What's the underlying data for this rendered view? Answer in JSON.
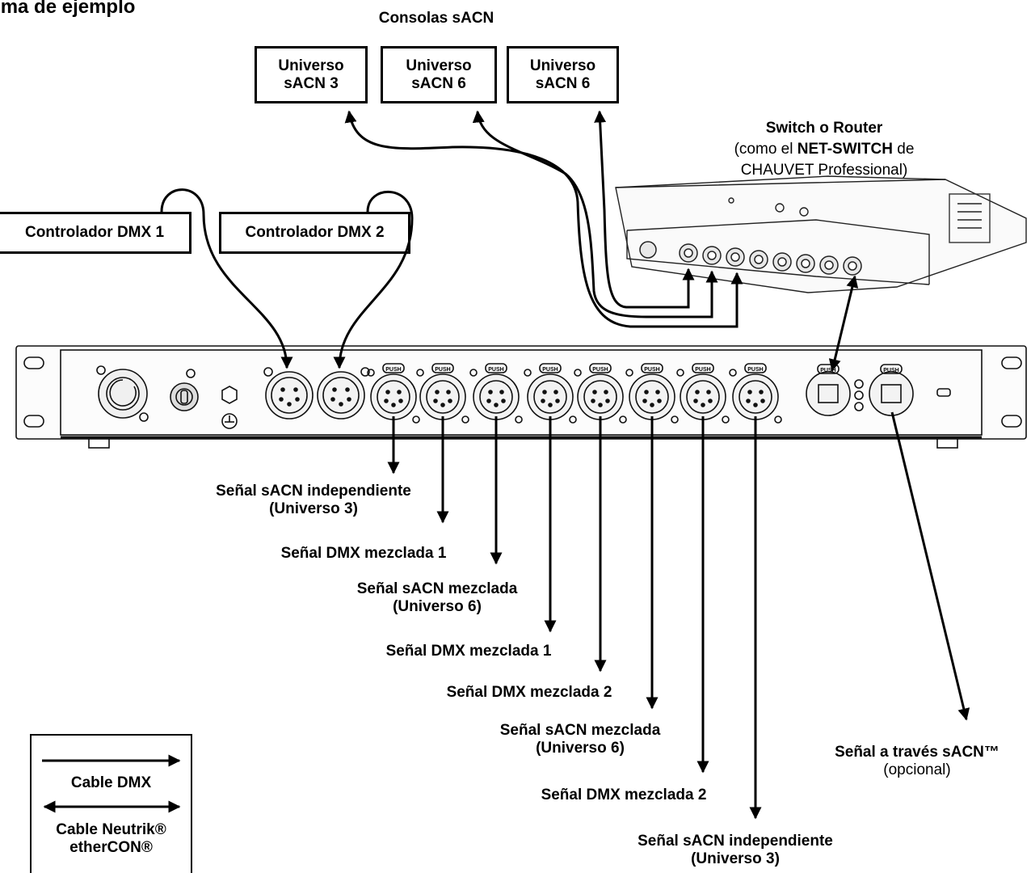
{
  "heading_partial": "gramma de ejemplo",
  "consoles_title": "Consolas sACN",
  "consoles": [
    {
      "line1": "Universo",
      "line2": "sACN 3"
    },
    {
      "line1": "Universo",
      "line2": "sACN 6"
    },
    {
      "line1": "Universo",
      "line2": "sACN 6"
    }
  ],
  "switch": {
    "title": "Switch o Router",
    "desc_prefix": "(como el ",
    "desc_bold": "NET-SWITCH",
    "desc_suffix": " de",
    "desc_line3": "CHAUVET Professional)"
  },
  "controllers": [
    "Controlador DMX 1",
    "Controlador DMX 2"
  ],
  "outputs": [
    {
      "line1": "Señal sACN independiente",
      "line2": "(Universo 3)"
    },
    {
      "line1": "Señal DMX mezclada 1",
      "line2": ""
    },
    {
      "line1": "Señal sACN mezclada",
      "line2": "(Universo 6)"
    },
    {
      "line1": "Señal DMX mezclada 1",
      "line2": ""
    },
    {
      "line1": "Señal DMX mezclada 2",
      "line2": ""
    },
    {
      "line1": "Señal sACN mezclada",
      "line2": "(Universo 6)"
    },
    {
      "line1": "Señal DMX mezclada 2",
      "line2": ""
    },
    {
      "line1": "Señal sACN independiente",
      "line2": "(Universo 3)"
    }
  ],
  "sacn_optional": {
    "line1": "Señal a través sACN™",
    "line2": "(opcional)"
  },
  "legend": {
    "dmx_label": "Cable DMX",
    "neutrik_line1": "Cable Neutrik®",
    "neutrik_line2": "etherCON®"
  },
  "push_label": "PUSH"
}
